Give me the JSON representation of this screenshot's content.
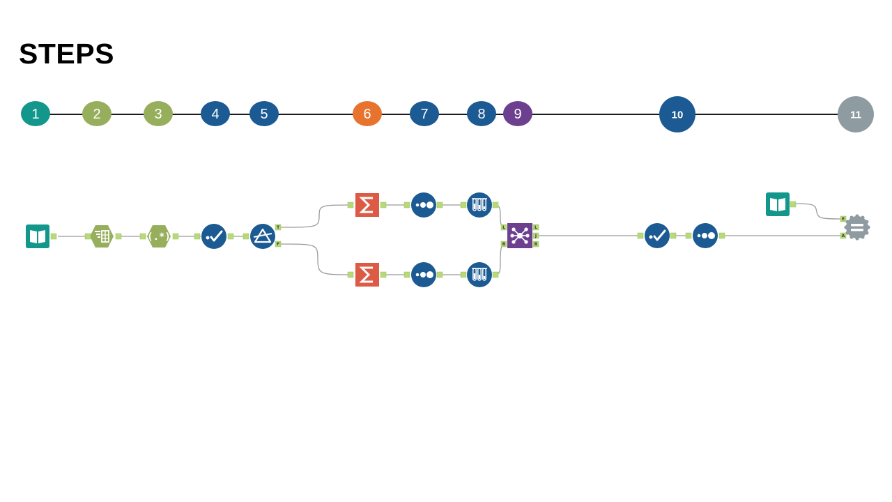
{
  "title": "STEPS",
  "colors": {
    "teal": "#13968B",
    "olive": "#97AE5D",
    "blue": "#1B5A92",
    "orange": "#E8732F",
    "purple": "#6D3F8F",
    "gray": "#8E9BA0",
    "summarize_red": "#DD5A45",
    "anchor_green": "#B8D97A",
    "connector": "#9a9a9a"
  },
  "steps": [
    {
      "number": "1",
      "color": "teal"
    },
    {
      "number": "2",
      "color": "olive"
    },
    {
      "number": "3",
      "color": "olive"
    },
    {
      "number": "4",
      "color": "blue"
    },
    {
      "number": "5",
      "color": "blue"
    },
    {
      "number": "6",
      "color": "orange"
    },
    {
      "number": "7",
      "color": "blue"
    },
    {
      "number": "8",
      "color": "blue"
    },
    {
      "number": "9",
      "color": "purple"
    },
    {
      "number": "10",
      "color": "blue"
    },
    {
      "number": "11",
      "color": "gray"
    }
  ],
  "workflow": {
    "tools": [
      {
        "id": "input-1",
        "icon": "book-icon",
        "color": "teal"
      },
      {
        "id": "text-to-columns",
        "icon": "text-to-columns-icon",
        "color": "olive"
      },
      {
        "id": "regex",
        "icon": "regex-icon",
        "color": "olive"
      },
      {
        "id": "select-1",
        "icon": "select-check-icon",
        "color": "blue"
      },
      {
        "id": "filter",
        "icon": "filter-triangle-icon",
        "color": "blue"
      },
      {
        "id": "summarize-top",
        "icon": "sigma-icon",
        "color": "summarize_red"
      },
      {
        "id": "sample-top",
        "icon": "sample-dots-icon",
        "color": "blue"
      },
      {
        "id": "test-tubes-top",
        "icon": "test-tubes-icon",
        "color": "blue"
      },
      {
        "id": "summarize-bottom",
        "icon": "sigma-icon",
        "color": "summarize_red"
      },
      {
        "id": "sample-bottom",
        "icon": "sample-dots-icon",
        "color": "blue"
      },
      {
        "id": "test-tubes-bottom",
        "icon": "test-tubes-icon",
        "color": "blue"
      },
      {
        "id": "join",
        "icon": "join-network-icon",
        "color": "purple"
      },
      {
        "id": "select-2",
        "icon": "select-check-icon",
        "color": "blue"
      },
      {
        "id": "sample-2",
        "icon": "sample-dots-icon",
        "color": "blue"
      },
      {
        "id": "input-2",
        "icon": "book-icon",
        "color": "teal"
      },
      {
        "id": "compare",
        "icon": "equals-gear-icon",
        "color": "gray"
      }
    ],
    "anchor_labels": {
      "filter_true": "T",
      "filter_false": "F",
      "join_left_in": "L",
      "join_right_in": "R",
      "join_left_out": "L",
      "join_joined_out": "J",
      "join_right_out": "R",
      "compare_expected": "E",
      "compare_actual": "A"
    }
  }
}
